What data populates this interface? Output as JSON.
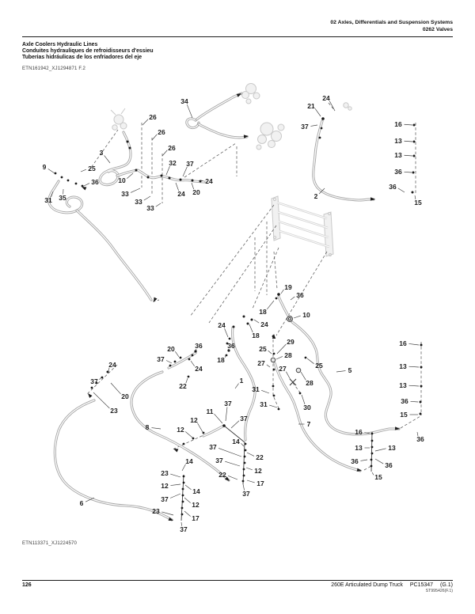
{
  "header": {
    "section": "02 Axles, Differentials and Suspension Systems",
    "subsection": "0262 Valves"
  },
  "title": {
    "en": "Axle Coolers Hydraulic Lines",
    "fr": "Conduites hydrauliques de refroidisseurs d'essieu",
    "es": "Tuberias hidráulicas de los enfriadores del eje"
  },
  "figure_refs": {
    "top": "ETN161942_XJ1294871 F.2",
    "bottom": "ETN113371_XJ1224570"
  },
  "footer": {
    "page": "126",
    "model": "260E Articulated Dump Truck",
    "catalog": "PC15347",
    "revision": "(G.1)",
    "stamp": "ST995426(F.1)"
  },
  "diagram": {
    "description": "Axle cooler hydraulic lines exploded parts diagram with numbered callouts",
    "callouts": [
      [
        "34",
        233,
        128,
        243,
        149
      ],
      [
        "26",
        193,
        148,
        180,
        158
      ],
      [
        "26",
        204,
        167,
        192,
        177
      ],
      [
        "26",
        217,
        187,
        205,
        197
      ],
      [
        "3",
        128,
        193,
        139,
        206
      ],
      [
        "9",
        56,
        211,
        69,
        219
      ],
      [
        "25",
        116,
        213,
        102,
        217
      ],
      [
        "36",
        120,
        230,
        104,
        236
      ],
      [
        "31",
        61,
        253,
        67,
        242
      ],
      [
        "35",
        79,
        250,
        80,
        239
      ],
      [
        "10",
        154,
        228,
        168,
        219
      ],
      [
        "33",
        158,
        245,
        177,
        238
      ],
      [
        "33",
        175,
        255,
        190,
        248
      ],
      [
        "33",
        190,
        263,
        203,
        257
      ],
      [
        "32",
        218,
        206,
        210,
        221
      ],
      [
        "37",
        240,
        207,
        231,
        223
      ],
      [
        "24",
        264,
        229,
        254,
        228
      ],
      [
        "20",
        248,
        243,
        242,
        231
      ],
      [
        "24",
        229,
        245,
        222,
        231
      ],
      [
        "24",
        412,
        124,
        423,
        140
      ],
      [
        "21",
        393,
        134,
        405,
        147
      ],
      [
        "37",
        385,
        160,
        401,
        158
      ],
      [
        "2",
        399,
        248,
        410,
        238
      ],
      [
        "16",
        503,
        157,
        521,
        158
      ],
      [
        "13",
        503,
        178,
        521,
        179
      ],
      [
        "13",
        503,
        196,
        521,
        197
      ],
      [
        "36",
        503,
        217,
        520,
        218
      ],
      [
        "36",
        496,
        236,
        511,
        243
      ],
      [
        "15",
        528,
        256,
        524,
        247
      ],
      [
        "19",
        364,
        363,
        355,
        371
      ],
      [
        "36",
        379,
        373,
        367,
        379
      ],
      [
        "18",
        332,
        394,
        346,
        380
      ],
      [
        "10",
        387,
        398,
        371,
        402
      ],
      [
        "24",
        334,
        410,
        321,
        404
      ],
      [
        "18",
        323,
        424,
        315,
        410
      ],
      [
        "24",
        280,
        411,
        288,
        426
      ],
      [
        "36",
        251,
        437,
        248,
        443
      ],
      [
        "36",
        292,
        437,
        289,
        443
      ],
      [
        "18",
        279,
        455,
        285,
        449
      ],
      [
        "24",
        251,
        466,
        241,
        456
      ],
      [
        "20",
        216,
        441,
        226,
        451
      ],
      [
        "37",
        203,
        454,
        217,
        459
      ],
      [
        "22",
        231,
        488,
        237,
        478
      ],
      [
        "25",
        332,
        441,
        343,
        447
      ],
      [
        "29",
        367,
        432,
        350,
        447
      ],
      [
        "28",
        364,
        449,
        349,
        454
      ],
      [
        "27",
        330,
        459,
        341,
        464
      ],
      [
        "27",
        357,
        466,
        367,
        480
      ],
      [
        "25",
        403,
        462,
        388,
        453
      ],
      [
        "28",
        391,
        484,
        380,
        470
      ],
      [
        "1",
        305,
        481,
        297,
        491
      ],
      [
        "31",
        323,
        492,
        340,
        497
      ],
      [
        "31",
        333,
        511,
        350,
        515
      ],
      [
        "30",
        388,
        515,
        381,
        499
      ],
      [
        "5",
        442,
        468,
        425,
        470
      ],
      [
        "7",
        390,
        536,
        377,
        536
      ],
      [
        "24",
        142,
        461,
        137,
        469
      ],
      [
        "37",
        119,
        482,
        128,
        477
      ],
      [
        "20",
        158,
        501,
        140,
        484
      ],
      [
        "23",
        144,
        519,
        118,
        496
      ],
      [
        "8",
        186,
        540,
        203,
        542
      ],
      [
        "6",
        103,
        636,
        119,
        629
      ],
      [
        "11",
        265,
        520,
        281,
        535
      ],
      [
        "37",
        288,
        510,
        285,
        532
      ],
      [
        "37",
        308,
        529,
        292,
        541
      ],
      [
        "12",
        245,
        531,
        256,
        546
      ],
      [
        "12",
        228,
        543,
        243,
        553
      ],
      [
        "14",
        298,
        558,
        308,
        564
      ],
      [
        "22",
        328,
        578,
        312,
        572
      ],
      [
        "37",
        269,
        565,
        305,
        577
      ],
      [
        "12",
        326,
        595,
        311,
        591
      ],
      [
        "37",
        277,
        582,
        303,
        589
      ],
      [
        "22",
        281,
        600,
        300,
        606
      ],
      [
        "17",
        329,
        611,
        312,
        607
      ],
      [
        "37",
        311,
        624,
        307,
        612
      ],
      [
        "14",
        239,
        583,
        230,
        595
      ],
      [
        "23",
        208,
        598,
        228,
        603
      ],
      [
        "12",
        208,
        614,
        228,
        612
      ],
      [
        "14",
        248,
        621,
        234,
        613
      ],
      [
        "37",
        208,
        631,
        228,
        624
      ],
      [
        "12",
        247,
        638,
        233,
        629
      ],
      [
        "23",
        197,
        646,
        219,
        651
      ],
      [
        "17",
        247,
        655,
        233,
        646
      ],
      [
        "37",
        232,
        669,
        229,
        660
      ],
      [
        "16",
        509,
        434,
        529,
        436
      ],
      [
        "13",
        509,
        463,
        529,
        464
      ],
      [
        "13",
        509,
        487,
        529,
        488
      ],
      [
        "36",
        511,
        507,
        528,
        508
      ],
      [
        "15",
        510,
        524,
        528,
        524
      ],
      [
        "36",
        531,
        555,
        527,
        546
      ],
      [
        "16",
        453,
        546,
        467,
        548
      ],
      [
        "13",
        453,
        566,
        467,
        566
      ],
      [
        "13",
        495,
        566,
        474,
        570
      ],
      [
        "36",
        448,
        583,
        464,
        581
      ],
      [
        "36",
        491,
        588,
        474,
        580
      ],
      [
        "15",
        478,
        603,
        470,
        597
      ]
    ]
  }
}
